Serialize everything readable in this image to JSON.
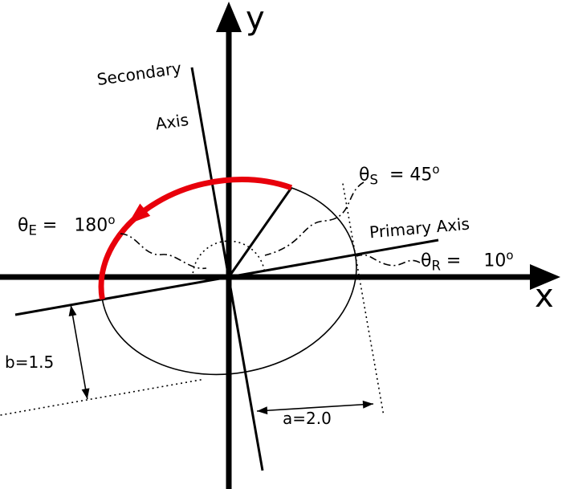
{
  "colors": {
    "arc_red": "#e8000b",
    "line_black": "#000000"
  },
  "axes": {
    "x_label": "x",
    "y_label": "y"
  },
  "ellipse": {
    "primary_axis_label": "Primary Axis",
    "secondary_axis_label_line1": "Secondary",
    "secondary_axis_label_line2": "Axis",
    "a_label": "a=2.0",
    "b_label": "b=1.5"
  },
  "angles": {
    "theta_s": {
      "symbol": "θ",
      "sub": "S",
      "rest": "  = 45",
      "deg": "o"
    },
    "theta_e": {
      "symbol": "θ",
      "sub": "E",
      "rest": " =   180",
      "deg": "o"
    },
    "theta_r": {
      "symbol": "θ",
      "sub": "R",
      "rest": " =    10",
      "deg": "o"
    }
  }
}
